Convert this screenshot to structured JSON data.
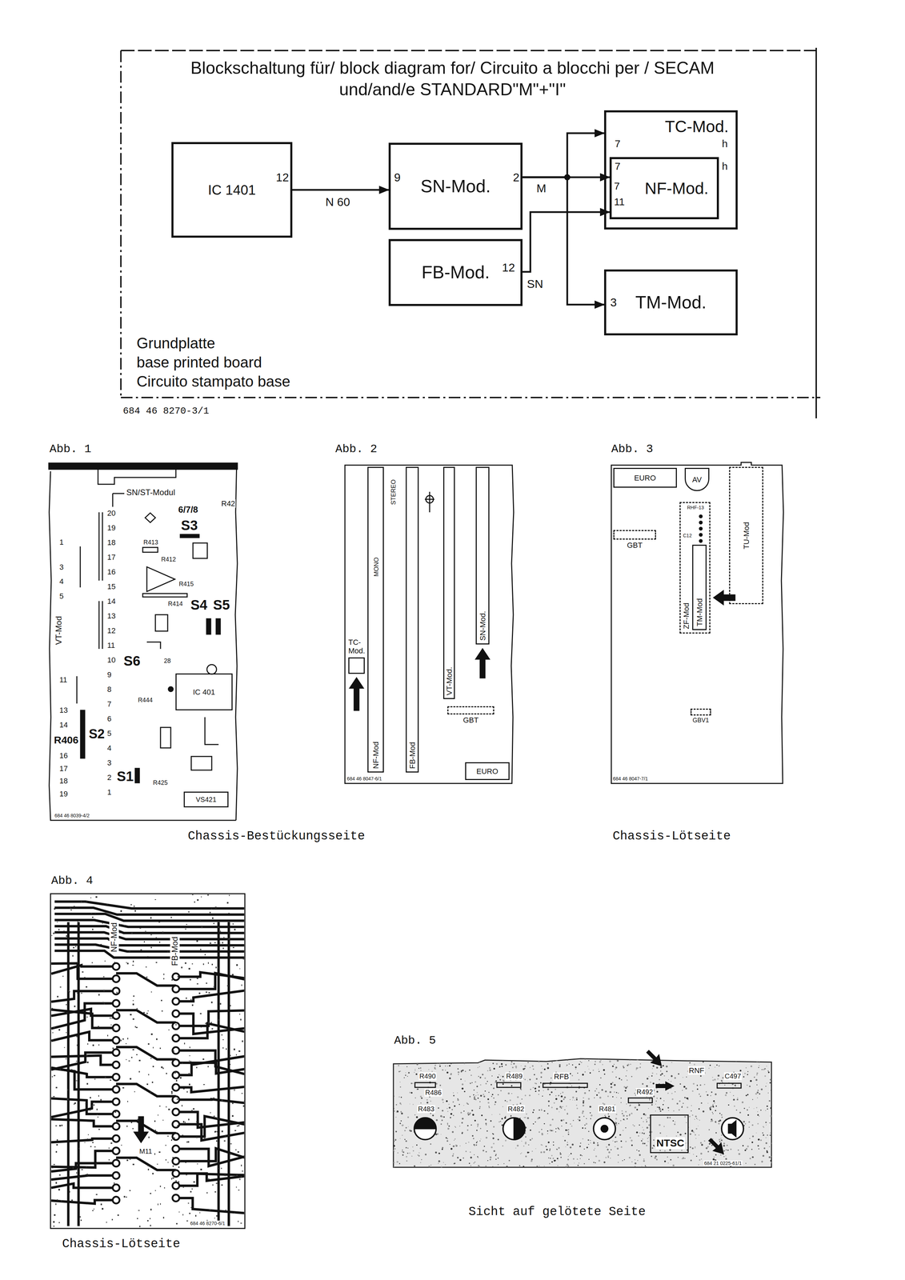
{
  "diagram": {
    "title": "Blockschaltung für/ block diagram for/ Circuito a blocchi per / SECAM und/and/e STANDARD\"M\"+\"I\"",
    "nodes": [
      {
        "text": [
          "IC 1401"
        ]
      },
      {
        "text": [
          "SN-Mod."
        ]
      },
      {
        "text": [
          "TC-Mod."
        ]
      },
      {
        "text": [
          "NF-Mod."
        ],
        "in": 2
      },
      {
        "text": [
          "FB-Mod."
        ]
      },
      {
        "text": [
          "TM-Mod."
        ]
      },
      {
        "text": [
          "IC 401"
        ]
      },
      {
        "text": [
          "VS421"
        ]
      },
      {
        "text": [
          "TC- Mod."
        ]
      },
      {
        "text": [
          "NF-Mod"
        ]
      },
      {
        "text": [
          "FB-Mod"
        ]
      },
      {
        "text": [
          "VT-Mod."
        ]
      },
      {
        "text": [
          "SN-Mod."
        ]
      },
      {
        "text": [
          "GBT"
        ]
      },
      {
        "text": [
          "EURO"
        ]
      },
      {
        "text": [
          "EURO"
        ]
      },
      {
        "text": [
          "AV"
        ]
      },
      {
        "text": [
          "GBT"
        ]
      },
      {
        "text": [
          "ZF-Mod"
        ]
      },
      {
        "text": [
          "TM-Mod"
        ],
        "in": 18
      },
      {
        "text": [
          "TU-Mod"
        ]
      },
      {
        "text": [
          "GBV1"
        ]
      }
    ],
    "edges": [
      {
        "from": 0,
        "to": 1,
        "arrow": "to",
        "label": "N 60"
      },
      {
        "from": 1,
        "to": 3,
        "arrow": "to",
        "label": "M"
      },
      {
        "from": 1,
        "to": 2,
        "arrow": "to"
      },
      {
        "from": 1,
        "to": 5,
        "arrow": "to"
      },
      {
        "from": 4,
        "to": 3,
        "arrow": "to",
        "label": "SN"
      }
    ],
    "labels": [
      "12",
      "9",
      "2",
      "7",
      "h",
      "7",
      "h",
      "7",
      "11",
      "12",
      "3",
      "Grundplatte",
      "base printed board",
      "Circuito stampato base",
      "684 46 8270-3/1",
      "Abb. 1",
      "Abb. 2",
      "Abb. 3",
      "Chassis-Bestückungsseite",
      "Chassis-Lötseite",
      "Abb. 4",
      "Chassis-Lötseite",
      "Abb. 5",
      "Sicht auf gelötete Seite",
      "SN/ST-Modul",
      "R42",
      "20",
      "19",
      "18",
      "17",
      "16",
      "15",
      "14",
      "13",
      "12",
      "11",
      "10",
      "9",
      "8",
      "7",
      "6",
      "5",
      "4",
      "3",
      "2",
      "1",
      "1",
      "3",
      "4",
      "5",
      "11",
      "13",
      "14",
      "16",
      "17",
      "18",
      "19",
      "6/7/8",
      "S3",
      "R413",
      "R412",
      "R415",
      "R414",
      "S4",
      "S5",
      "S6",
      "28",
      "R444",
      "R406",
      "S2",
      "S1",
      "R425",
      "VT-Mod",
      "684 46 8039-4/2",
      "STEREO",
      "MONO",
      "684 46 8047-6/1",
      "RHF◦13",
      "C12",
      "684 46 8047-7/1",
      "NF-Mod",
      "FB-Mod",
      "M11",
      "684 46 8270-6/1",
      "R490",
      "R486",
      "R489",
      "RFB",
      "RNF",
      "R492",
      "C497",
      "R483",
      "R482",
      "R481",
      "NTSC",
      "684 21 0225-61/1"
    ]
  }
}
